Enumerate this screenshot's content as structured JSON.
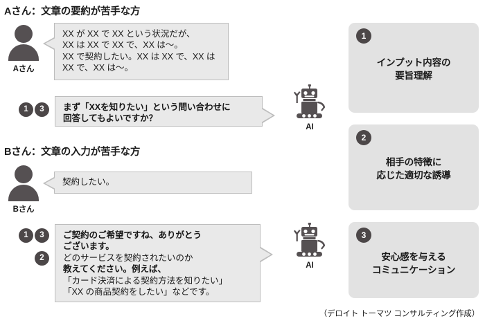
{
  "sections": [
    {
      "heading": "Aさん：文章の要約が苦手な方",
      "avatar_label": "Aさん",
      "avatar_icon": "person-silhouette-icon",
      "user_bubble_lines": [
        "XX が XX で XX という状況だが、",
        "XX は XX で XX で、XX は〜。",
        "XX で契約したい。XX は XX で、XX は",
        "XX で、XX は〜。"
      ],
      "ai_label": "AI",
      "ai_icon": "robot-icon",
      "ai_bubble_lines": [
        {
          "text": "まず「XXを知りたい」という問い合わせに",
          "bold": true
        },
        {
          "text": "回答してもよいですか？",
          "bold": true
        }
      ],
      "ai_badges": [
        "1",
        "3"
      ]
    },
    {
      "heading": "Bさん：文章の入力が苦手な方",
      "avatar_label": "Bさん",
      "avatar_icon": "person-silhouette-icon",
      "user_bubble_lines": [
        "契約したい。"
      ],
      "ai_label": "AI",
      "ai_icon": "robot-icon",
      "ai_bubble_lines": [
        {
          "text": "ご契約のご希望ですね、ありがとう",
          "bold": true
        },
        {
          "text": "ございます。",
          "bold": true
        },
        {
          "text": "どのサービスを契約されたいのか",
          "bold": false
        },
        {
          "text": "教えてください。例えば、",
          "bold": true
        },
        {
          "text": "「カード決済による契約方法を知りたい」",
          "bold": false
        },
        {
          "text": "「XX の商品契約をしたい」などです。",
          "bold": false
        }
      ],
      "ai_badges": [
        "1",
        "3",
        "2"
      ]
    }
  ],
  "cards": [
    {
      "number": "1",
      "lines": [
        "インプット内容の",
        "要旨理解"
      ]
    },
    {
      "number": "2",
      "lines": [
        "相手の特徴に",
        "応じた適切な誘導"
      ]
    },
    {
      "number": "3",
      "lines": [
        "安心感を与える",
        "コミュニケーション"
      ]
    }
  ],
  "credit": "（デロイト トーマツ コンサルティング作成）",
  "colors": {
    "bubble_fill": "#e9e9e9",
    "bubble_border": "#bdbdbd",
    "card_fill": "#e2e2e2",
    "badge_fill": "#4c4748",
    "icon_gray": "#555052",
    "text": "#1a1a1a"
  }
}
